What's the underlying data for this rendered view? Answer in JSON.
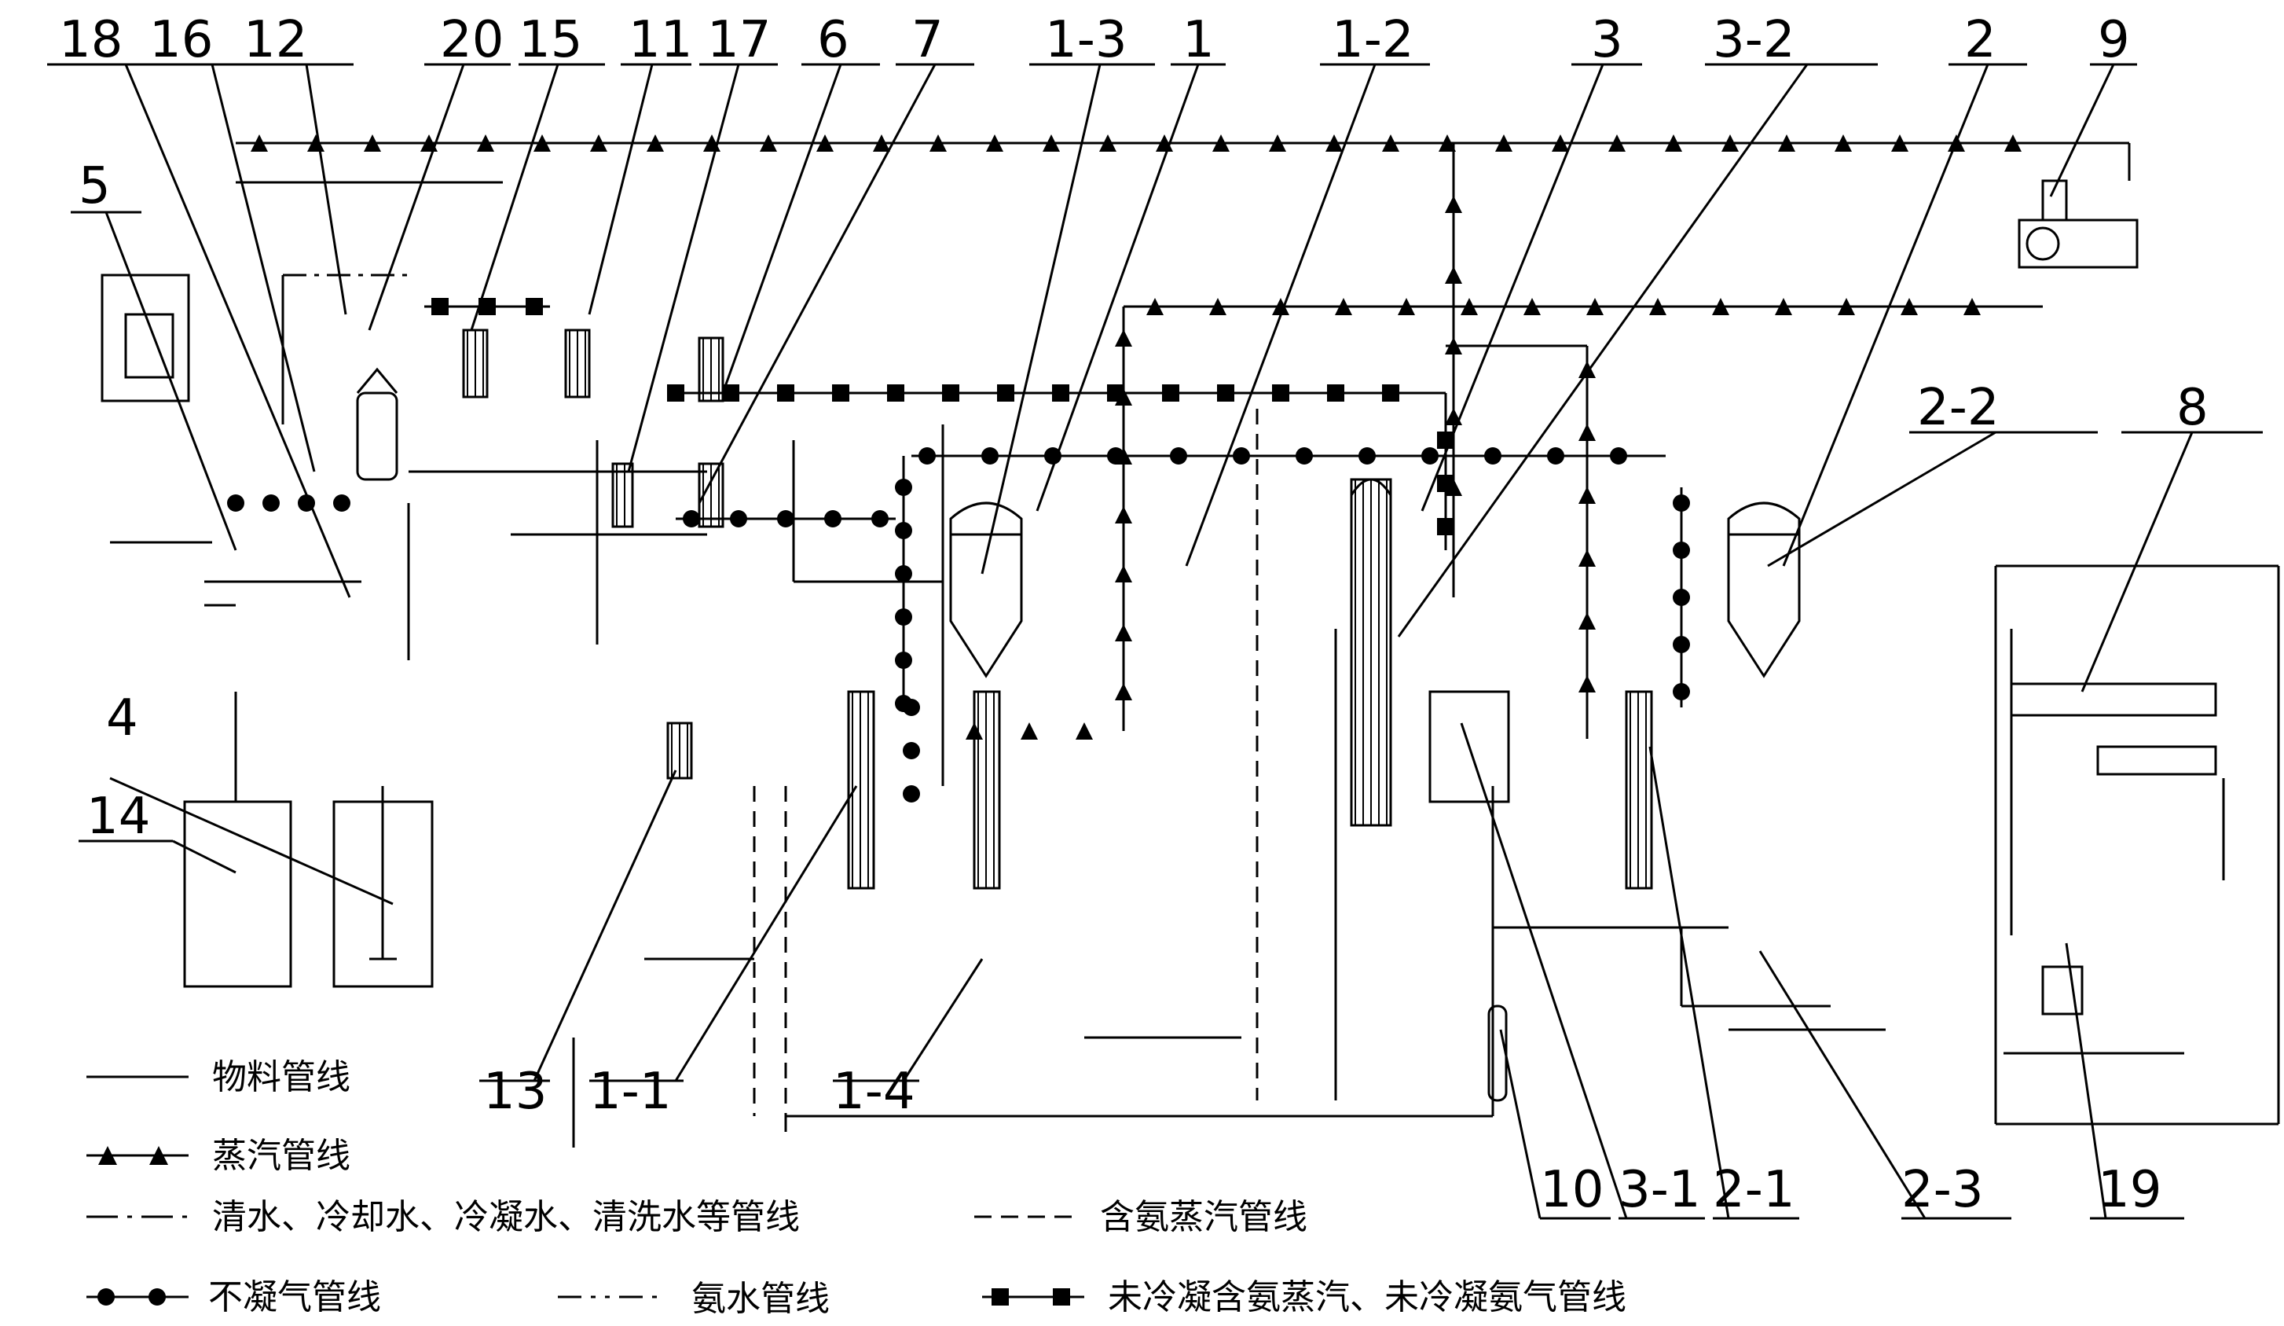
{
  "diagram": {
    "callouts": [
      "18",
      "16",
      "12",
      "20",
      "15",
      "11",
      "17",
      "6",
      "7",
      "1-3",
      "1",
      "1-2",
      "3",
      "3-2",
      "2",
      "9",
      "5",
      "2-2",
      "8",
      "4",
      "14",
      "13",
      "1-1",
      "1-4",
      "10",
      "3-1",
      "2-1",
      "2-3",
      "19"
    ],
    "legend": {
      "material": "物料管线",
      "steam": "蒸汽管线",
      "water": "清水、冷却水、冷凝水、清洗水等管线",
      "ammonia_vapor": "含氨蒸汽管线",
      "noncondensable": "不凝气管线",
      "ammonia_water": "氨水管线",
      "uncondensed": "未冷凝含氨蒸汽、未冷凝氨气管线"
    }
  }
}
